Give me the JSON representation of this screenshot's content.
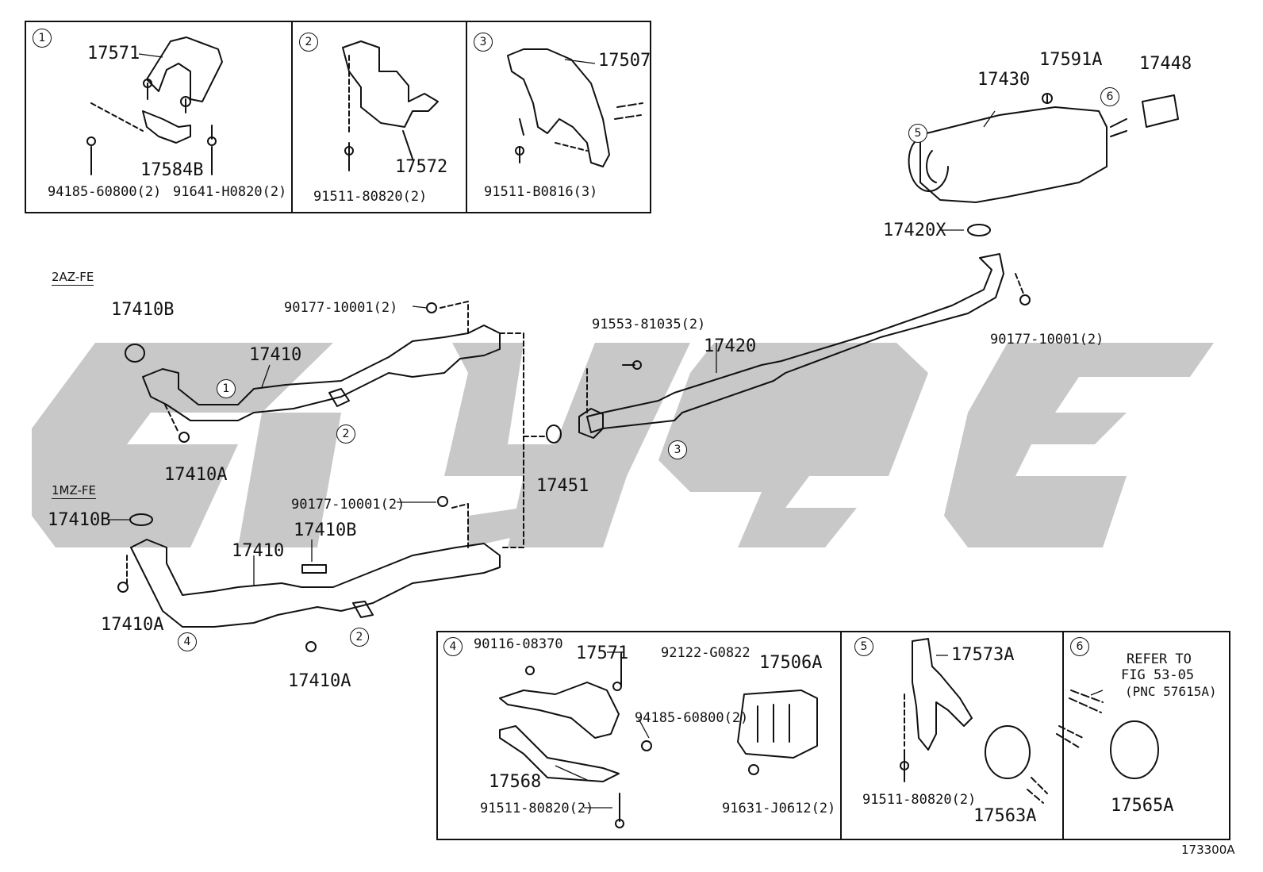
{
  "diagram": {
    "figure_code": "173300A",
    "engine_variants": [
      "2AZ-FE",
      "1MZ-FE"
    ],
    "callouts": [
      "1",
      "2",
      "3",
      "4",
      "5",
      "6"
    ],
    "watermark_colors": {
      "watermark": "#c8c8c8",
      "line": "#111111"
    },
    "panel_1": {
      "number": "1",
      "parts": [
        "17571",
        "17584B",
        "94185-60800(2)",
        "91641-H0820(2)"
      ]
    },
    "panel_2": {
      "number": "2",
      "parts": [
        "17572",
        "91511-80820(2)"
      ]
    },
    "panel_3": {
      "number": "3",
      "parts": [
        "17507",
        "91511-B0816(3)"
      ]
    },
    "panel_4": {
      "number": "4",
      "parts": [
        "90116-08370",
        "17571",
        "92122-G0822",
        "17506A",
        "94185-60800(2)",
        "17568",
        "91511-80820(2)",
        "91631-J0612(2)"
      ]
    },
    "panel_5": {
      "number": "5",
      "parts": [
        "17573A",
        "91511-80820(2)",
        "17563A"
      ]
    },
    "panel_6": {
      "number": "6",
      "refer_lines": [
        "REFER TO",
        "FIG 53-05",
        "(PNC 57615A)"
      ],
      "parts": [
        "17565A"
      ]
    },
    "main": {
      "muffler": [
        "17430",
        "17591A",
        "17448",
        "17420X",
        "90177-10001(2)"
      ],
      "center_pipe": [
        "17420",
        "91553-81035(2)",
        "17451"
      ],
      "front_2az": [
        "17410B",
        "90177-10001(2)",
        "17410",
        "17410A"
      ],
      "front_1mz": [
        "17410B",
        "90177-10001(2)",
        "17410B",
        "17410",
        "17410A",
        "17410A"
      ]
    }
  }
}
